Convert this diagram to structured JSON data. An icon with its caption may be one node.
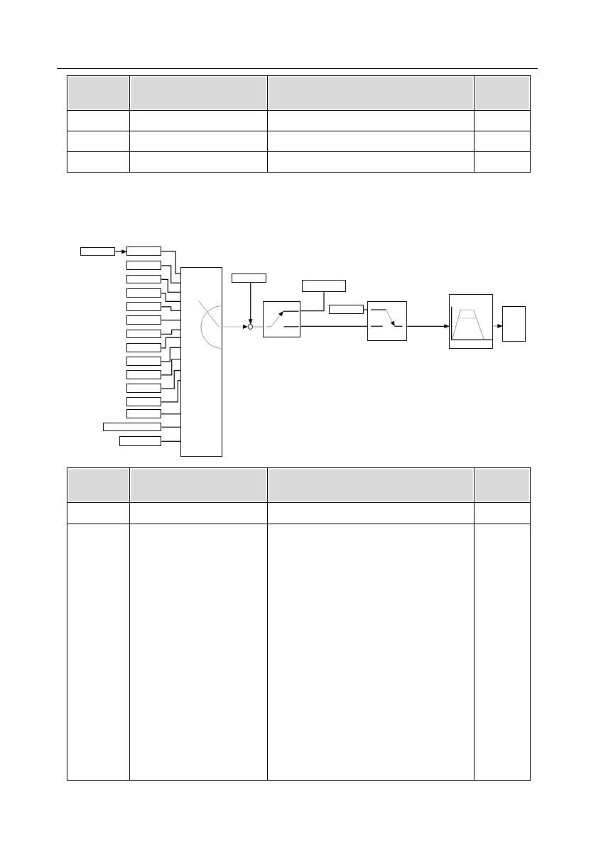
{
  "diagram": {
    "nodes": [
      {
        "text": [],
        "shape": "box"
      },
      {
        "text": [],
        "shape": "box"
      },
      {
        "text": [],
        "shape": "box"
      },
      {
        "text": [],
        "shape": "box"
      },
      {
        "text": [],
        "shape": "box"
      },
      {
        "text": [],
        "shape": "box"
      },
      {
        "text": [],
        "shape": "box"
      },
      {
        "text": [],
        "shape": "box"
      },
      {
        "text": [],
        "shape": "box"
      },
      {
        "text": [],
        "shape": "box"
      },
      {
        "text": [],
        "shape": "box"
      },
      {
        "text": [],
        "shape": "box"
      },
      {
        "text": [],
        "shape": "box"
      },
      {
        "text": [],
        "shape": "box"
      },
      {
        "text": [],
        "shape": "box"
      },
      {
        "text": [],
        "shape": "box"
      },
      {
        "text": [],
        "shape": "box"
      },
      {
        "text": [],
        "shape": "box"
      },
      {
        "text": [],
        "shape": "circle"
      },
      {
        "text": [],
        "shape": "box"
      },
      {
        "text": [],
        "shape": "box"
      },
      {
        "text": [],
        "shape": "box"
      },
      {
        "text": [],
        "shape": "box"
      },
      {
        "text": [],
        "shape": "box"
      },
      {
        "text": [],
        "shape": "box"
      }
    ],
    "edges": [
      {
        "from": 0,
        "to": 1,
        "arrow": "to"
      },
      {
        "from": 1,
        "to": 16,
        "arrow": "none"
      },
      {
        "from": 2,
        "to": 16,
        "arrow": "none"
      },
      {
        "from": 3,
        "to": 16,
        "arrow": "none"
      },
      {
        "from": 4,
        "to": 16,
        "arrow": "none"
      },
      {
        "from": 5,
        "to": 16,
        "arrow": "none"
      },
      {
        "from": 6,
        "to": 16,
        "arrow": "none"
      },
      {
        "from": 7,
        "to": 16,
        "arrow": "none"
      },
      {
        "from": 8,
        "to": 16,
        "arrow": "none"
      },
      {
        "from": 9,
        "to": 16,
        "arrow": "none"
      },
      {
        "from": 10,
        "to": 16,
        "arrow": "none"
      },
      {
        "from": 11,
        "to": 16,
        "arrow": "none"
      },
      {
        "from": 12,
        "to": 16,
        "arrow": "none"
      },
      {
        "from": 13,
        "to": 16,
        "arrow": "none"
      },
      {
        "from": 14,
        "to": 16,
        "arrow": "none"
      },
      {
        "from": 15,
        "to": 16,
        "arrow": "none"
      },
      {
        "from": 16,
        "to": 18,
        "arrow": "to",
        "color": "#c0c0c0"
      },
      {
        "from": 17,
        "to": 18,
        "arrow": "to"
      },
      {
        "from": 18,
        "to": 19,
        "arrow": "none",
        "color": "#a6a6a6"
      },
      {
        "from": 20,
        "to": 19,
        "arrow": "none"
      },
      {
        "from": 19,
        "to": 22,
        "arrow": "none"
      },
      {
        "from": 21,
        "to": 22,
        "arrow": "none"
      },
      {
        "from": 22,
        "to": 23,
        "arrow": "to"
      },
      {
        "from": 23,
        "to": 24,
        "arrow": "to",
        "color": "#a6a6a6"
      }
    ]
  }
}
